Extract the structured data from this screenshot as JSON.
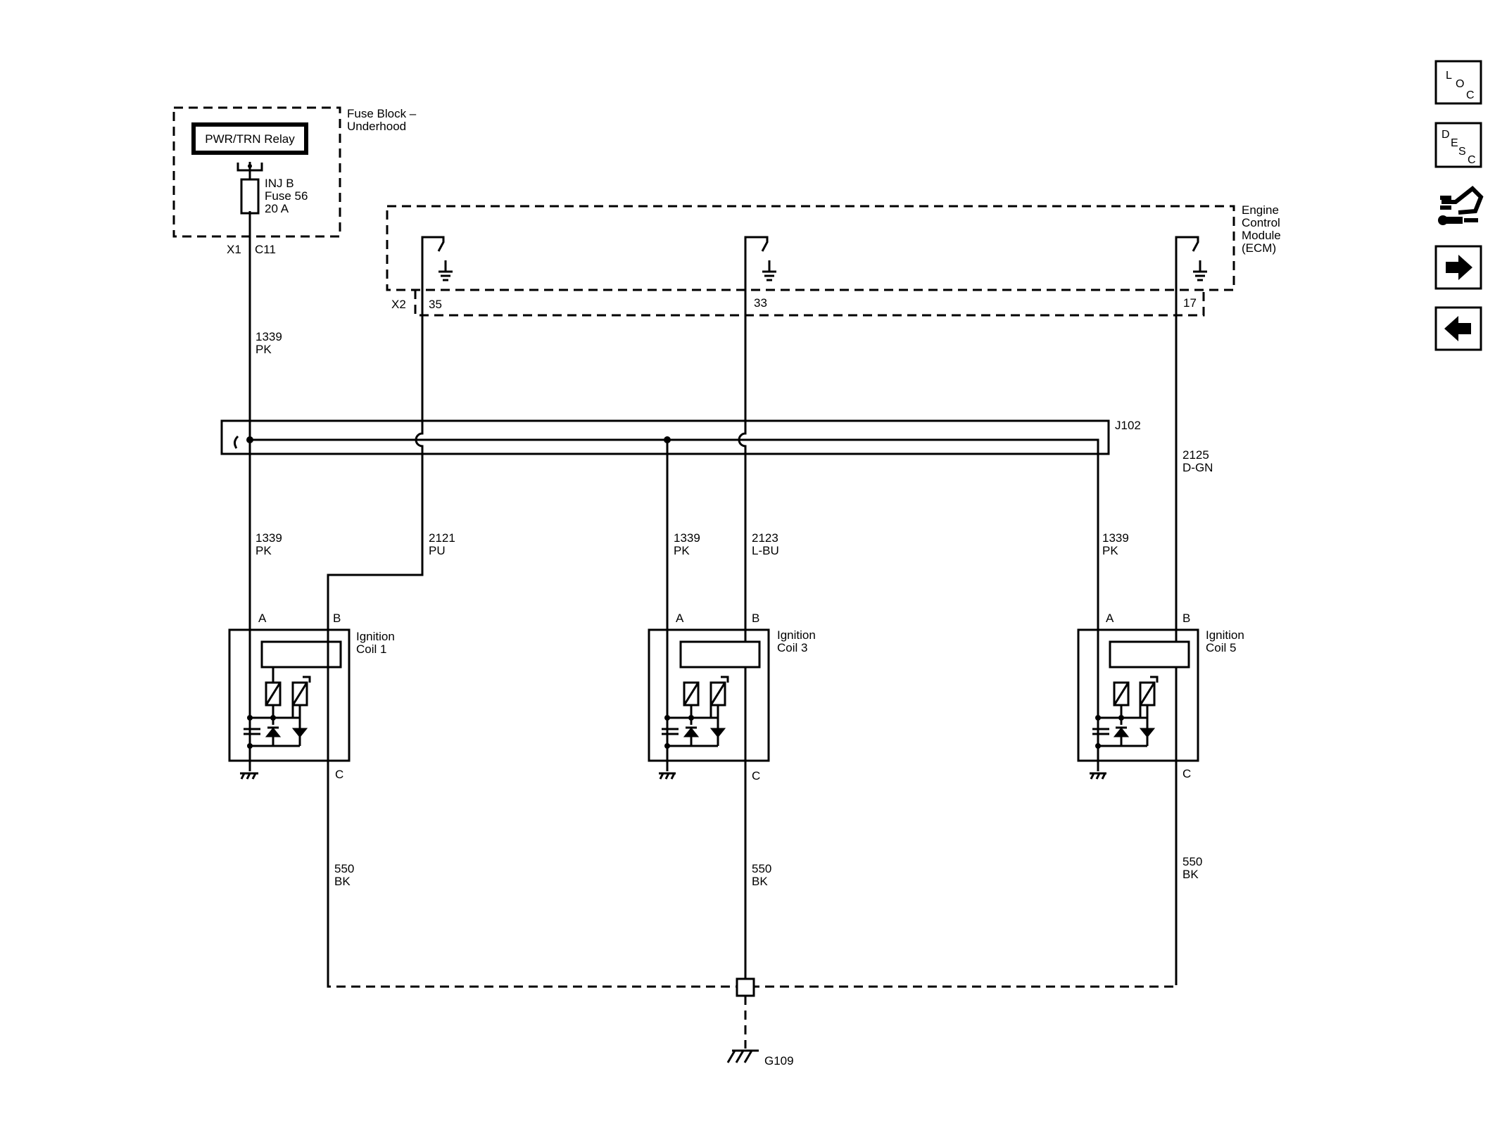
{
  "fuse_block": {
    "title_line1": "Fuse Block –",
    "title_line2": "Underhood",
    "relay": "PWR/TRN Relay",
    "fuse_line1": "INJ B",
    "fuse_line2": "Fuse 56",
    "fuse_line3": "20 A",
    "connector_x1": "X1",
    "connector_c11": "C11"
  },
  "ecm": {
    "line1": "Engine",
    "line2": "Control",
    "line3": "Module",
    "line4": "(ECM)",
    "connector": "X2",
    "pin_coil1": "35",
    "pin_coil3": "33",
    "pin_coil5": "17"
  },
  "splice": "J102",
  "wires": {
    "w1339_top": {
      "num": "1339",
      "color": "PK"
    },
    "w1339_c1": {
      "num": "1339",
      "color": "PK"
    },
    "w2121": {
      "num": "2121",
      "color": "PU"
    },
    "w1339_c3": {
      "num": "1339",
      "color": "PK"
    },
    "w2123": {
      "num": "2123",
      "color": "L-BU"
    },
    "w1339_c5": {
      "num": "1339",
      "color": "PK"
    },
    "w2125": {
      "num": "2125",
      "color": "D-GN"
    },
    "w550_c1": {
      "num": "550",
      "color": "BK"
    },
    "w550_c3": {
      "num": "550",
      "color": "BK"
    },
    "w550_c5": {
      "num": "550",
      "color": "BK"
    }
  },
  "coils": [
    {
      "name_line1": "Ignition",
      "name_line2": "Coil 1",
      "pin_a": "A",
      "pin_b": "B",
      "pin_c": "C"
    },
    {
      "name_line1": "Ignition",
      "name_line2": "Coil 3",
      "pin_a": "A",
      "pin_b": "B",
      "pin_c": "C"
    },
    {
      "name_line1": "Ignition",
      "name_line2": "Coil 5",
      "pin_a": "A",
      "pin_b": "B",
      "pin_c": "C"
    }
  ],
  "ground": "G109",
  "nav": {
    "loc": {
      "l": "L",
      "o": "O",
      "c": "C",
      "icon": "location-icon"
    },
    "desc": {
      "d": "D",
      "e": "E",
      "s": "S",
      "c": "C",
      "icon": "description-icon"
    },
    "connector_icon": "connector-end-view-icon",
    "next_icon": "arrow-right-icon",
    "prev_icon": "arrow-left-icon"
  }
}
